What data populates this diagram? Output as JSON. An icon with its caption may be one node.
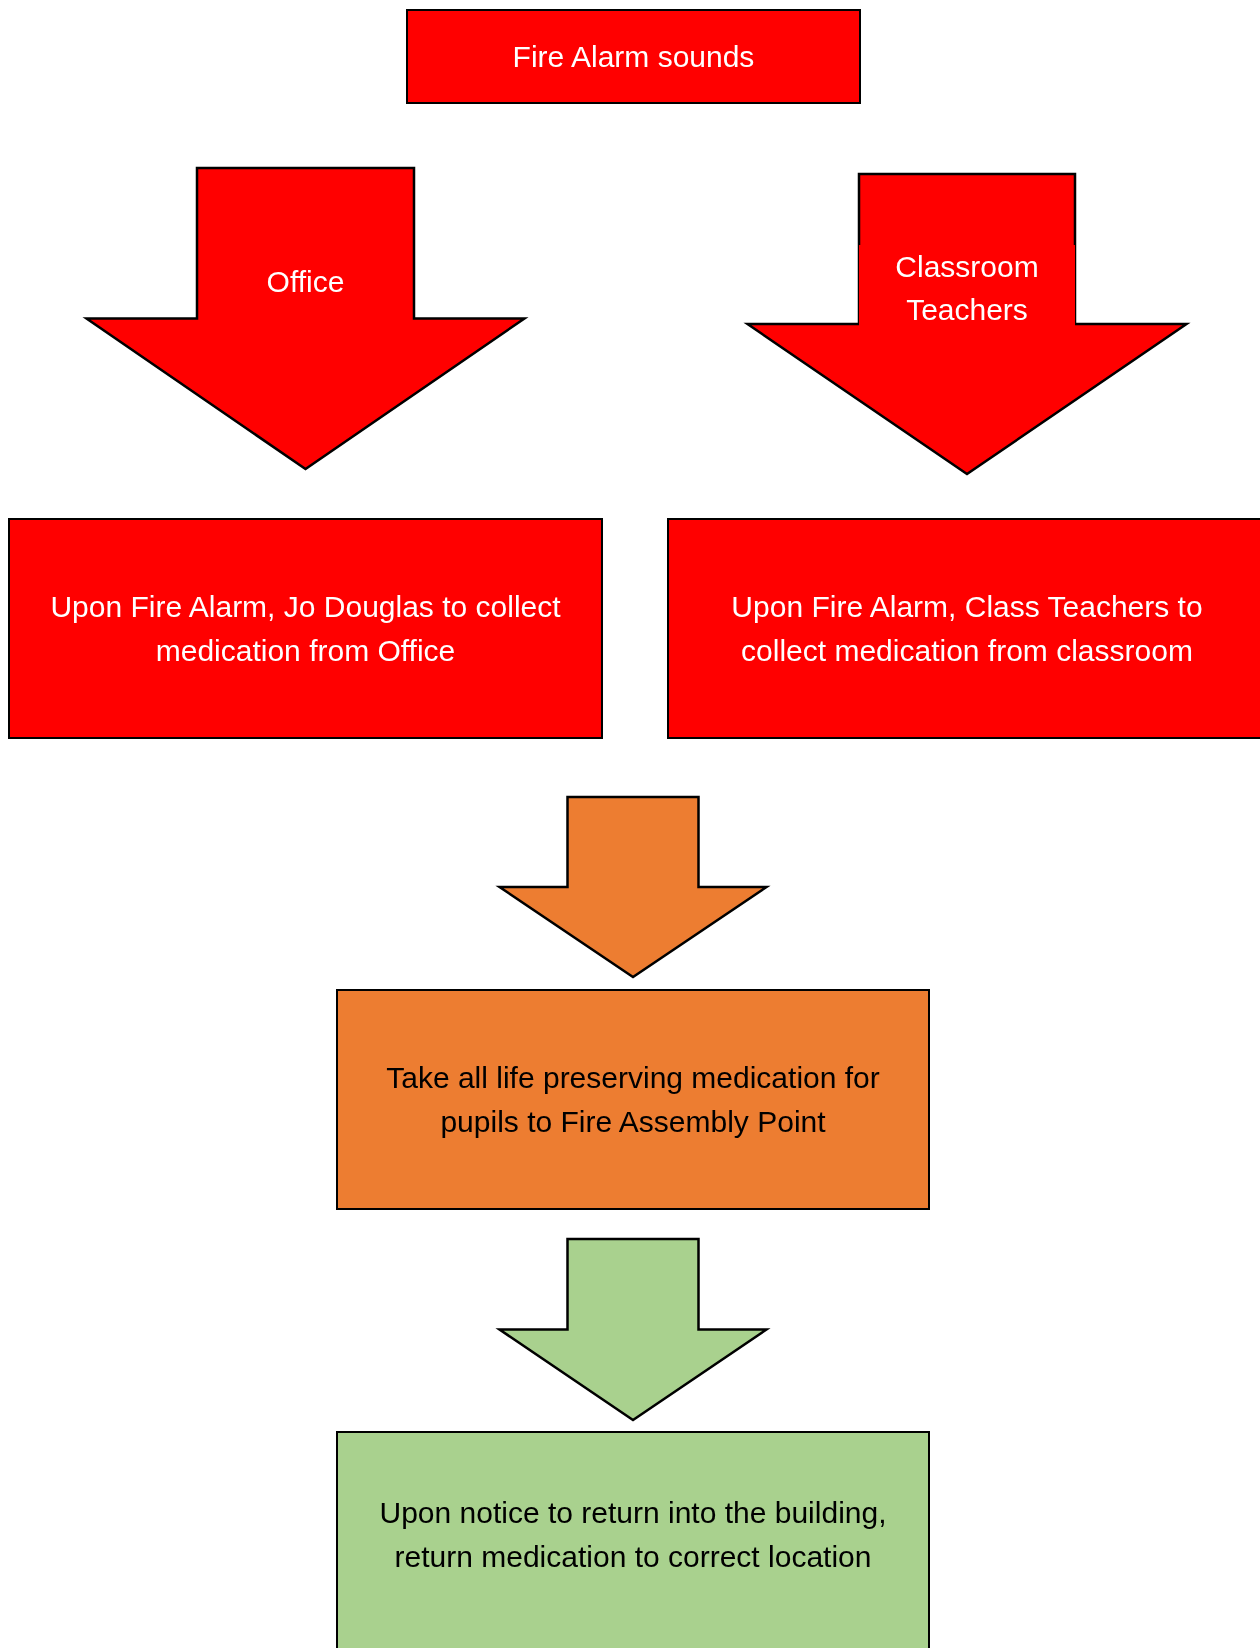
{
  "diagram": {
    "nodes": [
      {
        "text": [
          "Fire Alarm sounds"
        ]
      },
      {
        "text": [
          "Upon Fire Alarm, Jo Douglas to collect medication from Office"
        ]
      },
      {
        "text": [
          "Upon Fire Alarm, Class Teachers to collect medication from classroom"
        ]
      },
      {
        "text": [
          "Take all life preserving medication for pupils to Fire Assembly Point"
        ]
      },
      {
        "text": [
          "Upon notice to return into the building, return medication to correct location"
        ]
      }
    ],
    "edges": [
      {
        "from": 0,
        "to": 1,
        "arrow": "to",
        "label": "Office",
        "style": "thick",
        "color": "#ff0000"
      },
      {
        "from": 0,
        "to": 2,
        "arrow": "to",
        "label": "Classroom Teachers",
        "style": "thick",
        "color": "#ff0000"
      },
      {
        "from": 1,
        "to": 3,
        "arrow": "to",
        "style": "thick",
        "color": "#ed7d31"
      },
      {
        "from": 2,
        "to": 3,
        "arrow": "to",
        "style": "thick",
        "color": "#ed7d31"
      },
      {
        "from": 3,
        "to": 4,
        "arrow": "to",
        "style": "thick",
        "color": "#a9d18e"
      }
    ]
  }
}
